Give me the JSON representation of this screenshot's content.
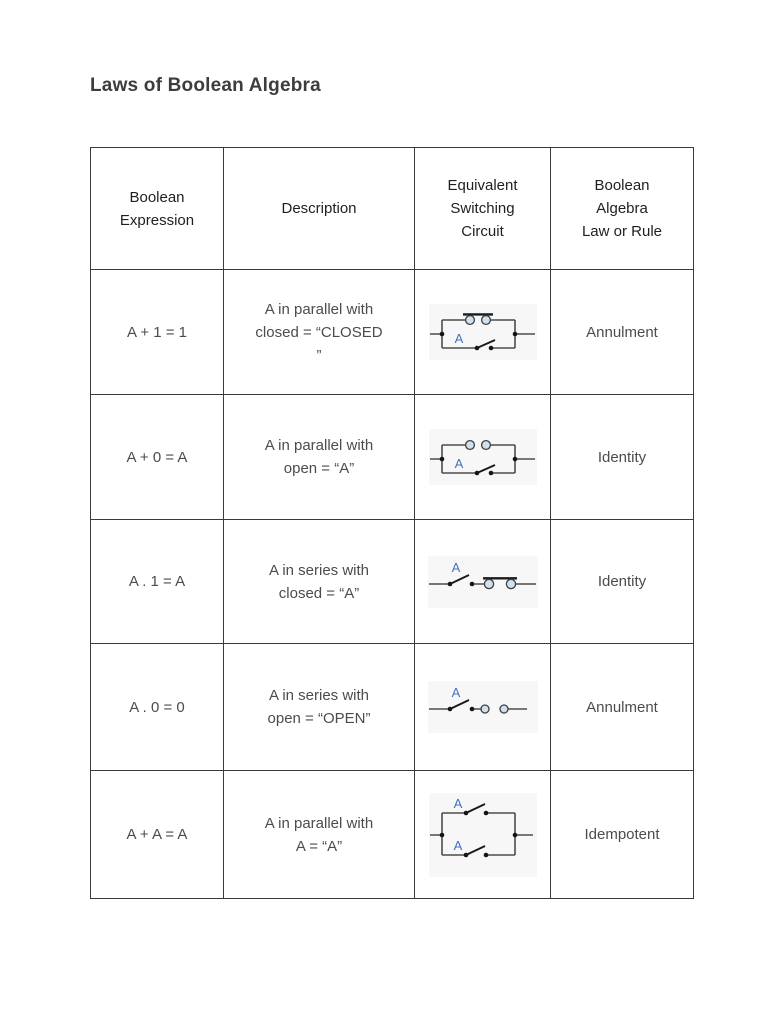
{
  "page": {
    "title": "Laws of Boolean Algebra"
  },
  "table": {
    "headers": [
      "Boolean\nExpression",
      "Description",
      "Equivalent\nSwitching\nCircuit",
      "Boolean\nAlgebra\nLaw or Rule"
    ],
    "rows": [
      {
        "expression": "A + 1 = 1",
        "description": "A in parallel with\nclosed = “CLOSED\n”",
        "circuit": {
          "name": "switch-A-in-parallel-with-closed-contact",
          "structure": "parallel",
          "branches": [
            "closed contact",
            "open switch A"
          ],
          "label": "A"
        },
        "law": "Annulment"
      },
      {
        "expression": "A + 0 = A",
        "description": "A in parallel with\nopen = “A”",
        "circuit": {
          "name": "switch-A-in-parallel-with-open-contact",
          "structure": "parallel",
          "branches": [
            "open contact",
            "open switch A"
          ],
          "label": "A"
        },
        "law": "Identity"
      },
      {
        "expression": "A . 1 = A",
        "description": "A in series with\nclosed = “A”",
        "circuit": {
          "name": "switch-A-in-series-with-closed-contact",
          "structure": "series",
          "branches": [
            "open switch A",
            "closed contact"
          ],
          "label": "A"
        },
        "law": "Identity"
      },
      {
        "expression": "A . 0 = 0",
        "description": "A in series with\nopen = “OPEN”",
        "circuit": {
          "name": "switch-A-in-series-with-open-contact",
          "structure": "series",
          "branches": [
            "open switch A",
            "open contact"
          ],
          "label": "A"
        },
        "law": "Annulment"
      },
      {
        "expression": "A + A = A",
        "description": "A in parallel with\nA = “A”",
        "circuit": {
          "name": "switch-A-in-parallel-with-switch-A",
          "structure": "parallel",
          "branches": [
            "open switch A",
            "open switch A"
          ],
          "labels": [
            "A",
            "A"
          ]
        },
        "law": "Idempotent"
      }
    ]
  },
  "colors": {
    "title_text": "#3d3d3d",
    "header_text": "#1f1f1f",
    "cell_text": "#4c4c4c",
    "table_border": "#3a3a3a",
    "circuit_background": "#f7f7f7",
    "wire": "#4d4d4d",
    "switch_parts": "#1a1a1a",
    "contact_fill": "#cfe1ef",
    "label_blue": "#4470c4"
  }
}
